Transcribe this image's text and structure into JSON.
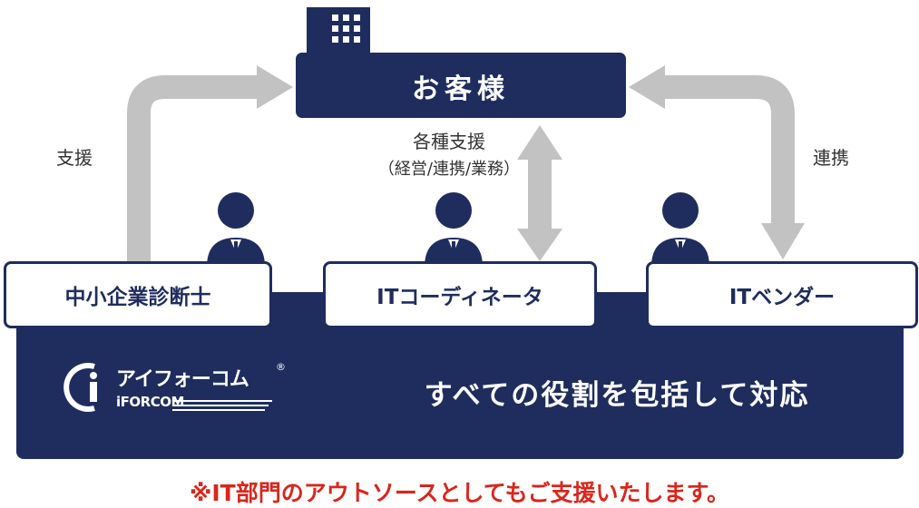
{
  "customer": {
    "title": "お客様"
  },
  "arrows": {
    "left_label": "支援",
    "center_label_line1": "各種支援",
    "center_label_line2": "（経営/連携/業務）",
    "right_label": "連携"
  },
  "roles": [
    {
      "label": "中小企業診断士"
    },
    {
      "label": "ITコーディネータ"
    },
    {
      "label": "ITベンダー"
    }
  ],
  "company": {
    "logo_name_jp": "アイフォーコム",
    "logo_name_en": "iFORCOM",
    "logo_mark": "®",
    "tagline": "すべての役割を包括して対応"
  },
  "footnote": "※IT部門のアウトソースとしてもご支援いたします。",
  "colors": {
    "navy": "#1f2d5e",
    "arrow_gray": "#c2c2c2",
    "note_red": "#d9261c"
  },
  "icons": [
    "building-icon",
    "person-icon",
    "logo-mark-icon"
  ]
}
